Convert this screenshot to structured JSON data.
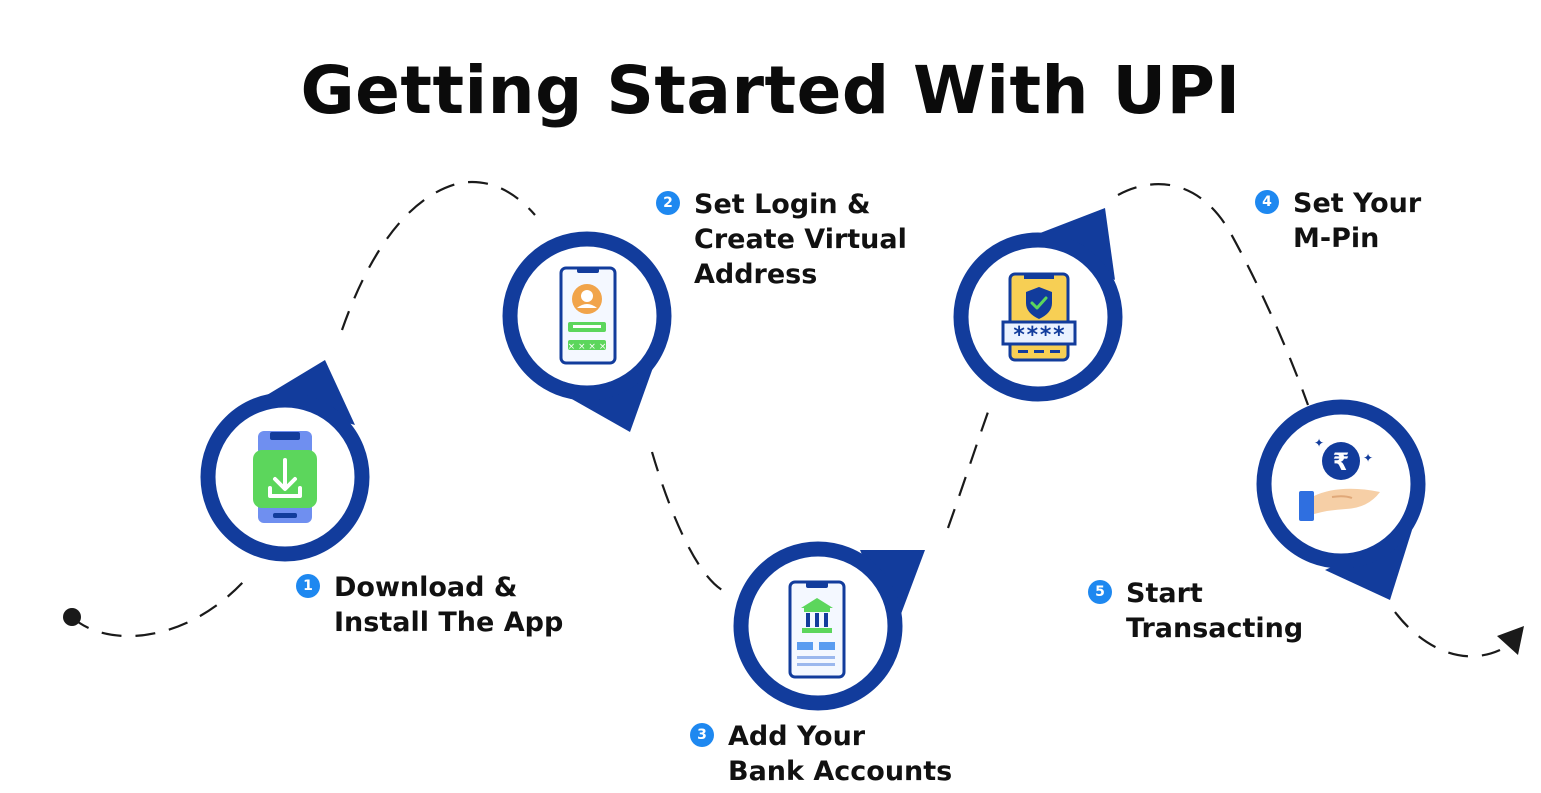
{
  "title": "Getting Started With UPI",
  "steps": [
    {
      "number": "1",
      "line1": "Download &",
      "line2": "Install The App",
      "line3": "",
      "icon": "download-app-icon"
    },
    {
      "number": "2",
      "line1": "Set Login &",
      "line2": "Create Virtual",
      "line3": "Address",
      "icon": "profile-phone-icon"
    },
    {
      "number": "3",
      "line1": "Add Your",
      "line2": "Bank Accounts",
      "line3": "",
      "icon": "bank-phone-icon"
    },
    {
      "number": "4",
      "line1": "Set Your",
      "line2": "M-Pin",
      "line3": "",
      "icon": "pin-shield-icon"
    },
    {
      "number": "5",
      "line1": "Start",
      "line2": "Transacting",
      "line3": "",
      "icon": "rupee-hand-icon"
    }
  ],
  "icon_text": {
    "pin_mask": "****",
    "rupee": "₹"
  },
  "colors": {
    "marker": "#123c9c",
    "badge": "#1e88f0",
    "path": "#1a1a1a",
    "title": "#0b0b0b"
  }
}
